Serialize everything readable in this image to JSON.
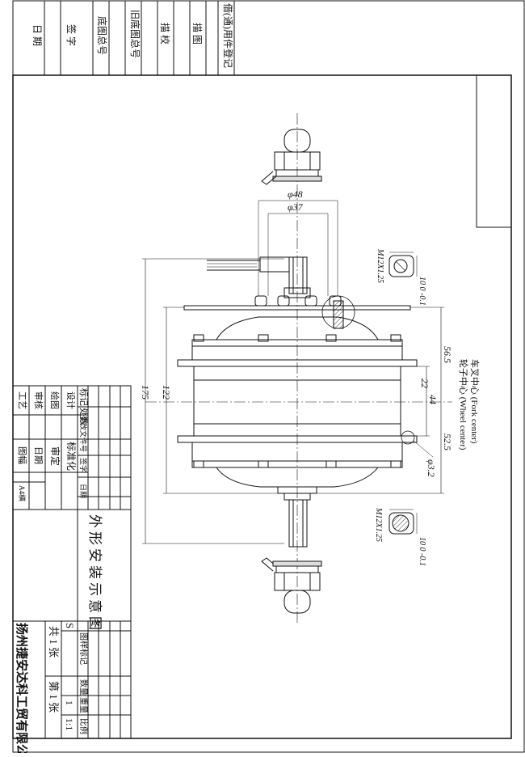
{
  "margin_labels": {
    "l1": "借(通)用件登记",
    "l2": "描 图",
    "l3": "描 校",
    "l4": "旧底图总号",
    "l5": "底图总号",
    "l6": "签 字",
    "l7": "日 期"
  },
  "dimensions": {
    "d48": "φ48",
    "d37": "φ37",
    "d175": "175",
    "d122": "122",
    "d56": "56.5",
    "d22": "22",
    "d44": "44",
    "d52": "52.5",
    "d3": "φ3.2",
    "thread_top": "M12X1.25",
    "thread_bot": "M12X1.25",
    "tol_top": "10 0 -0.1",
    "tol_bot": "10 0 -0.1"
  },
  "notes": {
    "fork": "车叉中心 (Fork center)",
    "wheel": "轮子中心 (Wheel center)"
  },
  "title_block": {
    "drawing_title": "外形安装示意图",
    "company": "扬州捷安达科工贸有限公司",
    "h_mark": "标记",
    "h_count": "处数",
    "h_doc": "更改文件号",
    "h_sign": "签字",
    "h_date": "日期",
    "design": "设计",
    "draw": "绘图",
    "check": "审核",
    "process": "工艺",
    "standard": "标准化",
    "approve": "审定",
    "date2": "日期",
    "sheetsize": "图幅",
    "a4": "A4横",
    "stage": "图样标记",
    "weight": "数量",
    "qty": "重量",
    "scale": "比例",
    "s": "S",
    "one": "1",
    "scale_v": "1:1",
    "total": "共 1 张",
    "page": "第 1 张"
  }
}
